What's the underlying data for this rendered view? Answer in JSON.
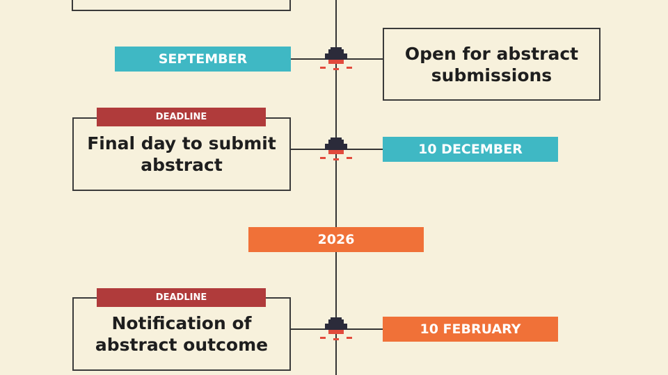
{
  "colors": {
    "background": "#f7f1dc",
    "line": "#333333",
    "teal": "#3fb8c4",
    "orange": "#f07138",
    "deadline_red": "#b03b3b",
    "node_dark": "#2b2b3a",
    "node_accent": "#e24a3c"
  },
  "events": [
    {
      "date": "SEPTEMBER",
      "title": "Open for abstract\nsubmissions",
      "tag": ""
    },
    {
      "date": "10 DECEMBER",
      "title": "Final day to submit\nabstract",
      "tag": "DEADLINE"
    },
    {
      "date": "10 FEBRUARY",
      "title": "Notification of\nabstract outcome",
      "tag": "DEADLINE"
    }
  ],
  "year_marker": "2026",
  "icons": [
    "milestone-node-icon"
  ]
}
